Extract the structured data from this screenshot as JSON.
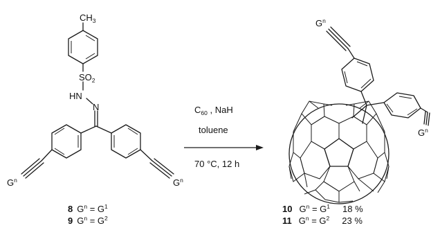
{
  "reagent": {
    "methyl": "CH",
    "methyl_sub": "3",
    "sulfonyl": "SO",
    "sulfonyl_sub": "2",
    "hn": "HN",
    "n": "N",
    "g_left": "G",
    "g_right": "G",
    "g_sup": "n"
  },
  "conditions": {
    "reagent_c": "C",
    "reagent_c_sub": "60",
    "reagent_rest": " , NaH",
    "solvent": "toluene",
    "temp_time": "70 °C,   12 h"
  },
  "product": {
    "g_top": "G",
    "g_right": "G",
    "g_sup": "n"
  },
  "compounds": [
    {
      "number": "8",
      "lhs": "G",
      "lhs_sup": "n",
      "eq": " = G",
      "rhs_sup": "1",
      "yield": ""
    },
    {
      "number": "9",
      "lhs": "G",
      "lhs_sup": "n",
      "eq": " = G",
      "rhs_sup": "2",
      "yield": ""
    },
    {
      "number": "10",
      "lhs": "G",
      "lhs_sup": "n",
      "eq": " = G",
      "rhs_sup": "1",
      "yield": "18 %"
    },
    {
      "number": "11",
      "lhs": "G",
      "lhs_sup": "n",
      "eq": " = G",
      "rhs_sup": "2",
      "yield": "23 %"
    }
  ]
}
